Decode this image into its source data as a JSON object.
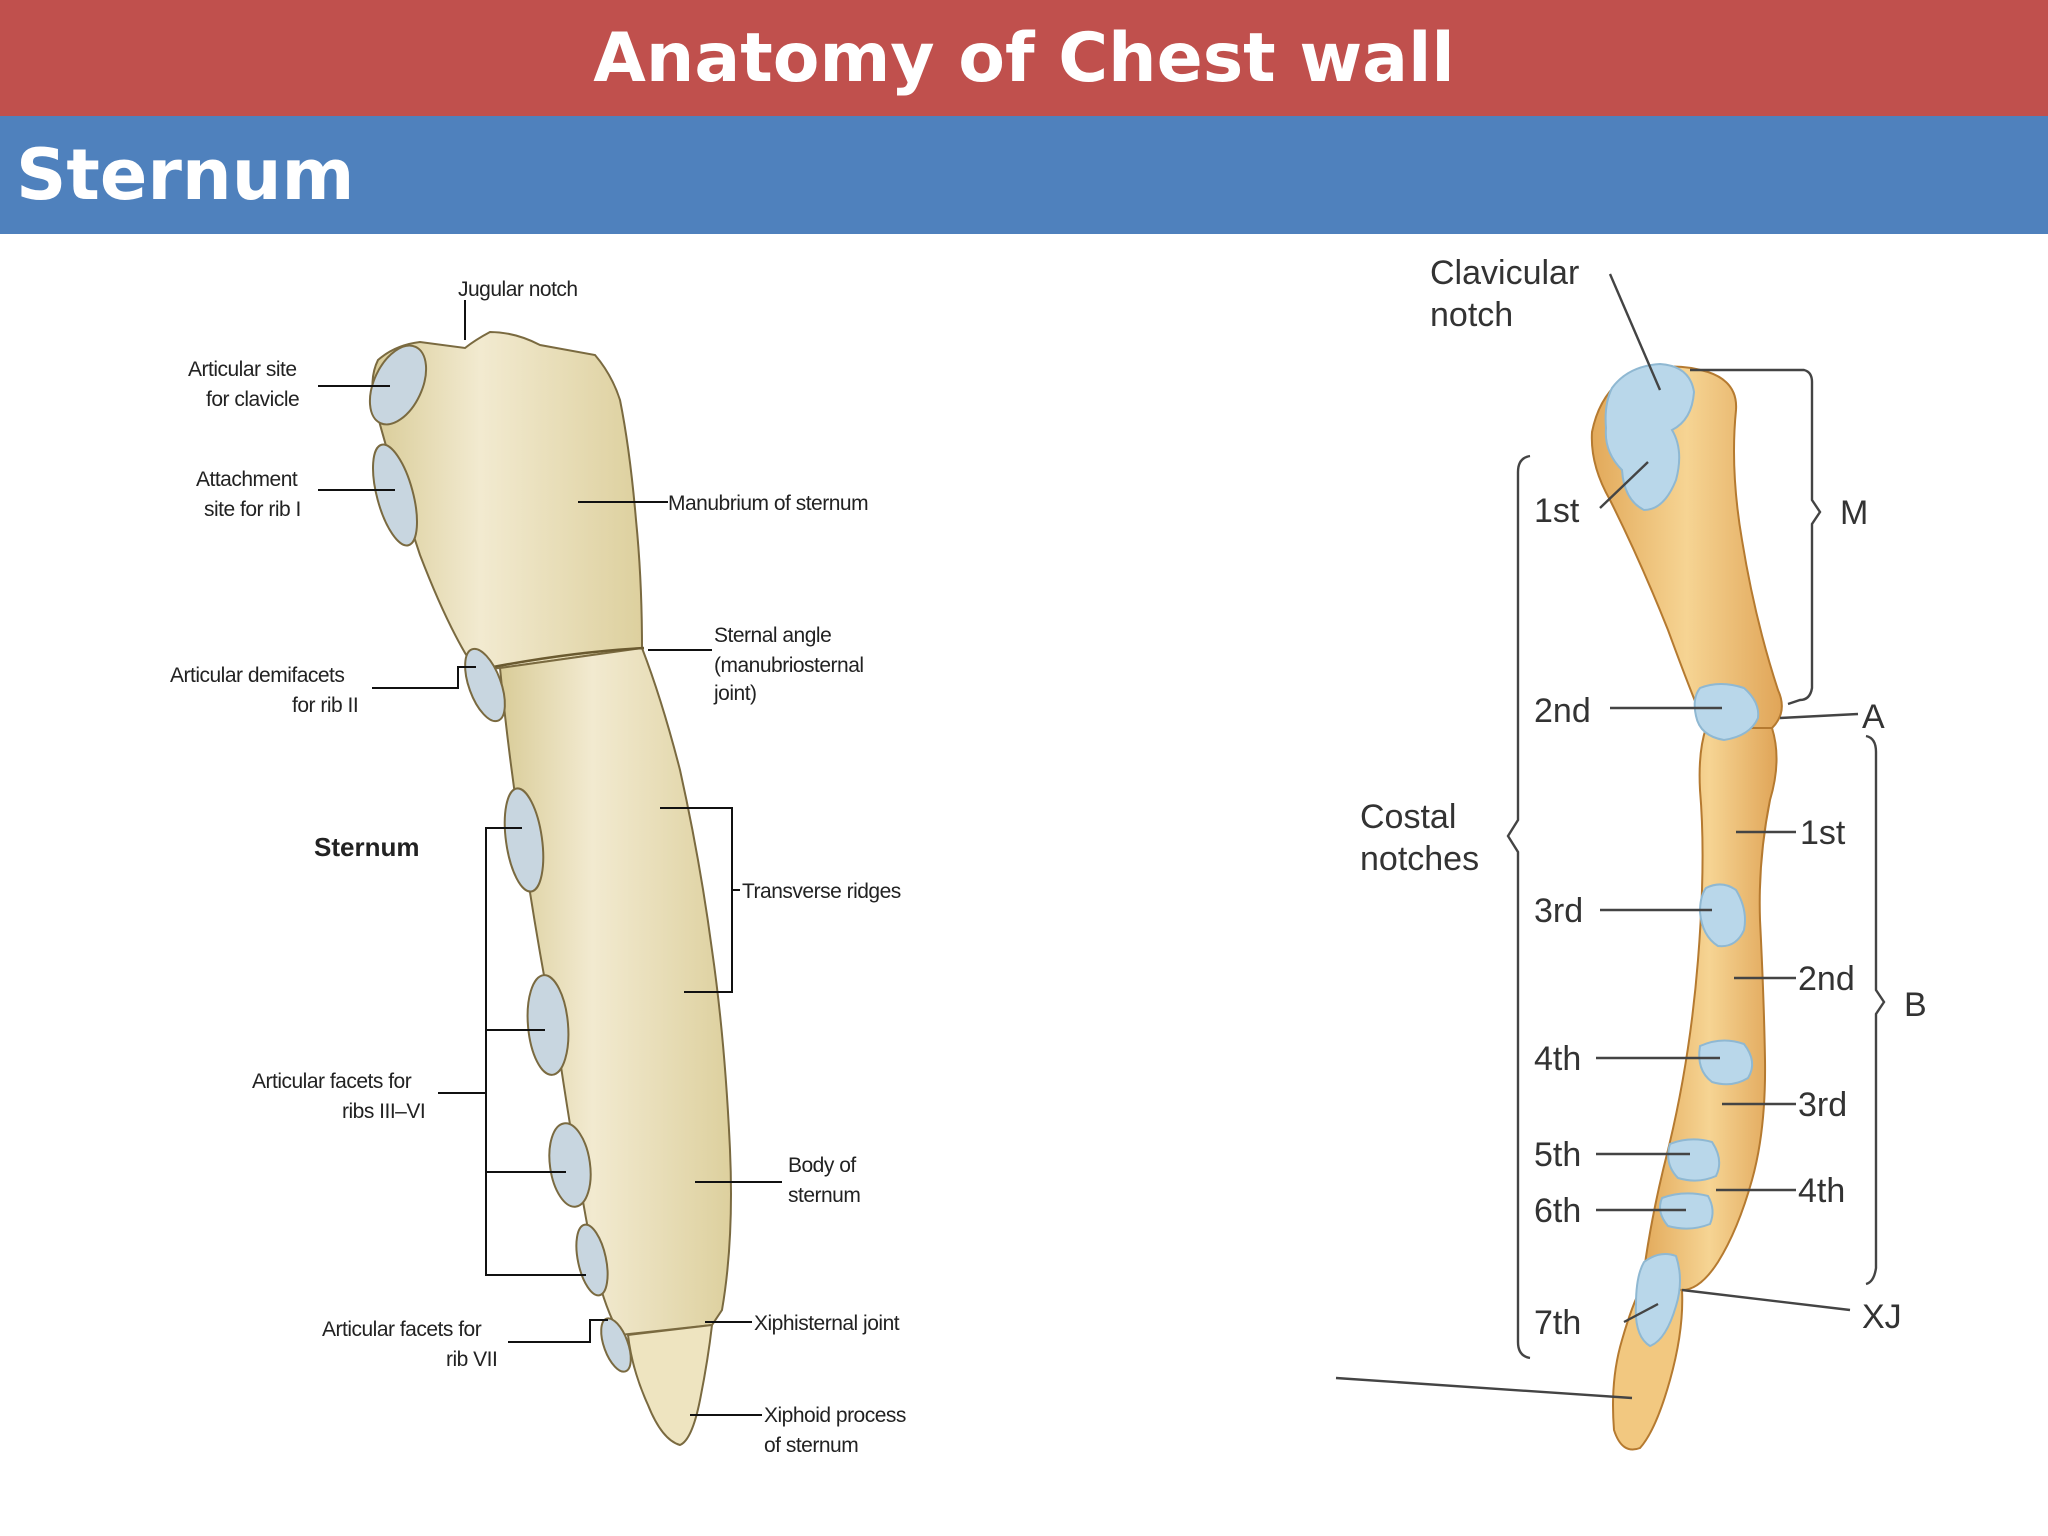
{
  "header": {
    "title": "Anatomy of Chest wall",
    "subtitle": "Sternum"
  },
  "colors": {
    "title_bar": "#c0504d",
    "subtitle_bar": "#4f81bd",
    "bone": "#efe6c2",
    "bone2": "#f0ca86",
    "cartilage": "#b9d7ea"
  },
  "left_diagram": {
    "jugular_notch": "Jugular notch",
    "articular_site_l1": "Articular site",
    "articular_site_l2": "for clavicle",
    "attachment_l1": "Attachment",
    "attachment_l2": "site for rib I",
    "manubrium": "Manubrium of sternum",
    "sternal_angle_l1": "Sternal angle",
    "sternal_angle_l2": "(manubriosternal",
    "sternal_angle_l3": "joint)",
    "demifacets_l1": "Articular demifacets",
    "demifacets_l2": "for rib II",
    "sternum": "Sternum",
    "transverse_ridges": "Transverse ridges",
    "facets_3_6_l1": "Articular facets for",
    "facets_3_6_l2": "ribs III–VI",
    "body_l1": "Body of",
    "body_l2": "sternum",
    "facets_7_l1": "Articular facets for",
    "facets_7_l2": "rib VII",
    "xiphisternal": "Xiphisternal joint",
    "xiphoid_l1": "Xiphoid process",
    "xiphoid_l2": "of sternum"
  },
  "right_diagram": {
    "clavicular_l1": "Clavicular",
    "clavicular_l2": "notch",
    "costal_l1": "Costal",
    "costal_l2": "notches",
    "left_labels": [
      "1st",
      "2nd",
      "3rd",
      "4th",
      "5th",
      "6th",
      "7th"
    ],
    "right_labels": [
      "1st",
      "2nd",
      "3rd",
      "4th"
    ],
    "m": "M",
    "a": "A",
    "b": "B",
    "xj": "XJ"
  }
}
